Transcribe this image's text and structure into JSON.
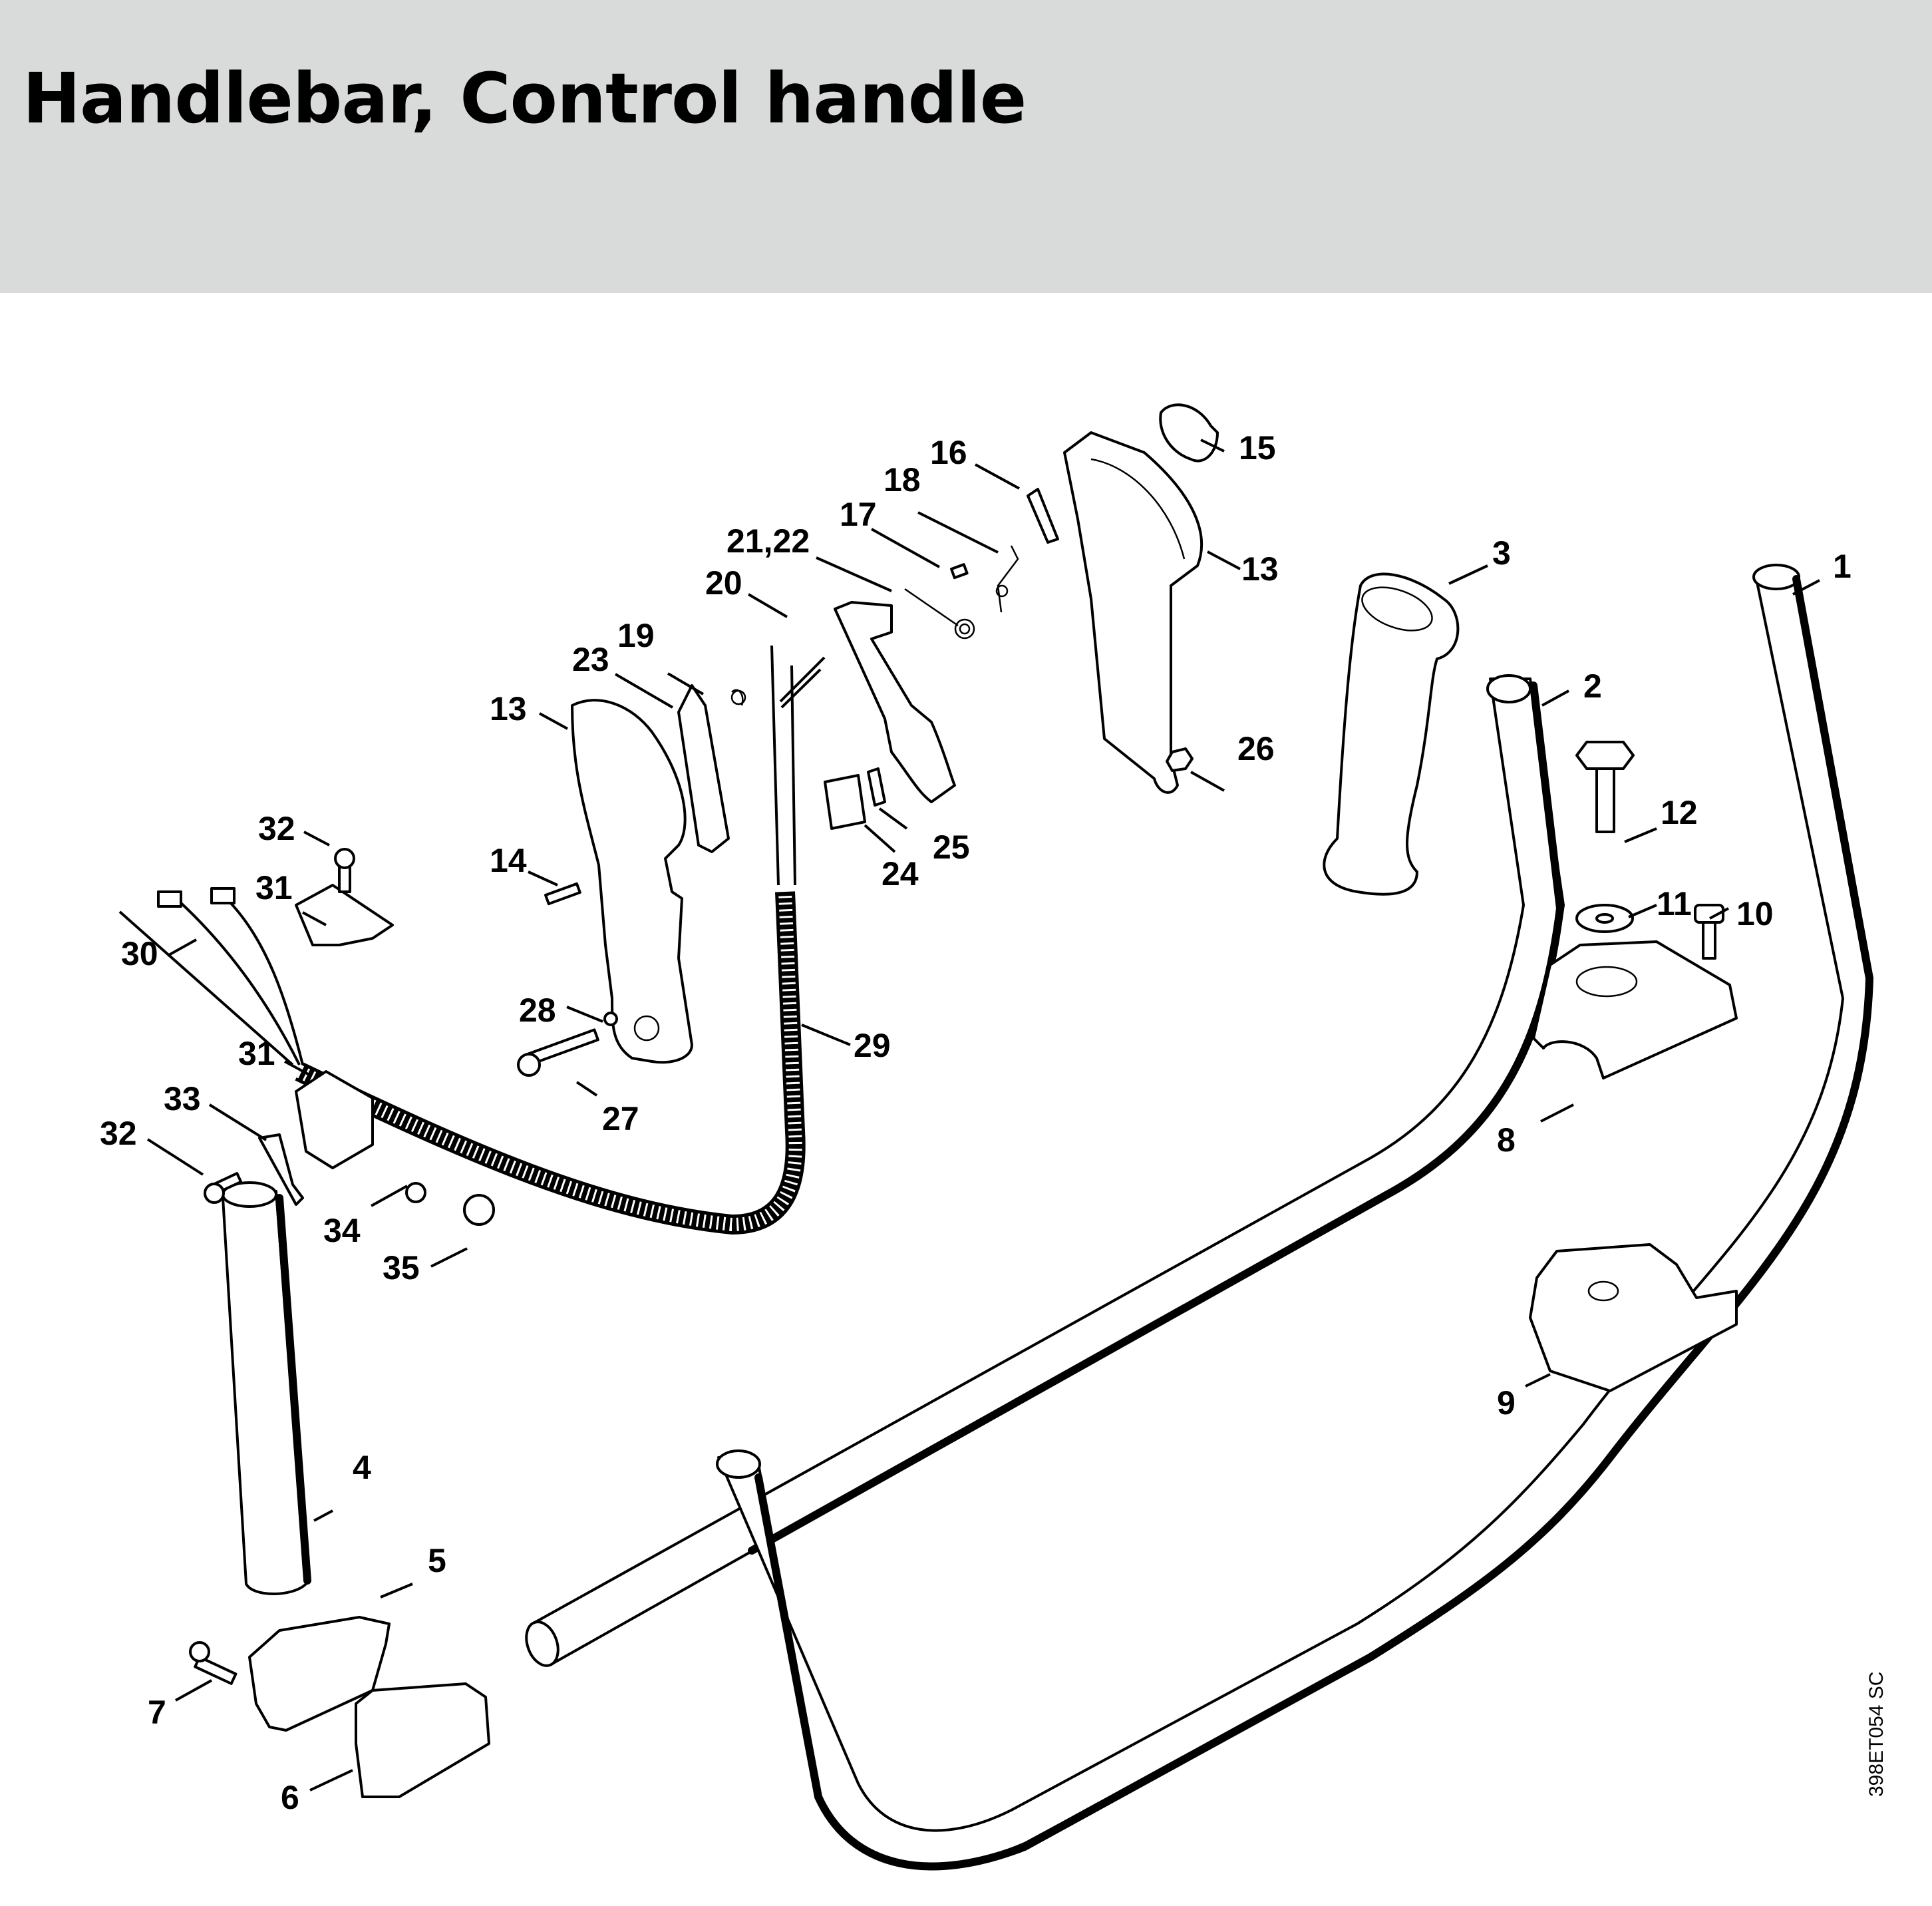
{
  "header": {
    "title": "Handlebar, Control handle",
    "background_color": "#d9dbda"
  },
  "diagram": {
    "drawing_code": "398ET054 SC",
    "callouts": [
      {
        "id": "c1",
        "label": "1",
        "part": "handlebar-tube-right"
      },
      {
        "id": "c2",
        "label": "2",
        "part": "handlebar-tube-left-end"
      },
      {
        "id": "c3",
        "label": "3",
        "part": "hand-grip"
      },
      {
        "id": "c4",
        "label": "4",
        "part": "support-tube"
      },
      {
        "id": "c5",
        "label": "5",
        "part": "clamp-housing"
      },
      {
        "id": "c6",
        "label": "6",
        "part": "clamp-cover"
      },
      {
        "id": "c7",
        "label": "7",
        "part": "screw"
      },
      {
        "id": "c8",
        "label": "8",
        "part": "clamp-top"
      },
      {
        "id": "c9",
        "label": "9",
        "part": "clamp-bottom"
      },
      {
        "id": "c10",
        "label": "10",
        "part": "socket-screw"
      },
      {
        "id": "c11",
        "label": "11",
        "part": "washer"
      },
      {
        "id": "c12",
        "label": "12",
        "part": "hex-bolt"
      },
      {
        "id": "c13a",
        "label": "13",
        "part": "control-handle-half-right"
      },
      {
        "id": "c13b",
        "label": "13",
        "part": "control-handle-half-left"
      },
      {
        "id": "c14",
        "label": "14",
        "part": "spring-screw"
      },
      {
        "id": "c15",
        "label": "15",
        "part": "knob"
      },
      {
        "id": "c16",
        "label": "16",
        "part": "contact-spring"
      },
      {
        "id": "c17",
        "label": "17",
        "part": "small-screw"
      },
      {
        "id": "c18",
        "label": "18",
        "part": "wire-spring"
      },
      {
        "id": "c19",
        "label": "19",
        "part": "torsion-spring"
      },
      {
        "id": "c20",
        "label": "20",
        "part": "throttle-trigger"
      },
      {
        "id": "c2122",
        "label": "21,22",
        "part": "trigger-spring"
      },
      {
        "id": "c23",
        "label": "23",
        "part": "interlock-lever"
      },
      {
        "id": "c24",
        "label": "24",
        "part": "switch-contact"
      },
      {
        "id": "c25",
        "label": "25",
        "part": "insulator"
      },
      {
        "id": "c26",
        "label": "26",
        "part": "nut"
      },
      {
        "id": "c27",
        "label": "27",
        "part": "handle-screw"
      },
      {
        "id": "c28",
        "label": "28",
        "part": "lock-washer"
      },
      {
        "id": "c29",
        "label": "29",
        "part": "throttle-cable-hose"
      },
      {
        "id": "c30",
        "label": "30",
        "part": "wiring-harness"
      },
      {
        "id": "c31a",
        "label": "31",
        "part": "clamp-cover-small"
      },
      {
        "id": "c31b",
        "label": "31",
        "part": "cable-clamp"
      },
      {
        "id": "c32a",
        "label": "32",
        "part": "torx-screw-top"
      },
      {
        "id": "c32b",
        "label": "32",
        "part": "torx-screw-bottom"
      },
      {
        "id": "c33",
        "label": "33",
        "part": "ground-plate"
      },
      {
        "id": "c34",
        "label": "34",
        "part": "ground-terminal"
      },
      {
        "id": "c35",
        "label": "35",
        "part": "torx-screw-large"
      }
    ]
  }
}
